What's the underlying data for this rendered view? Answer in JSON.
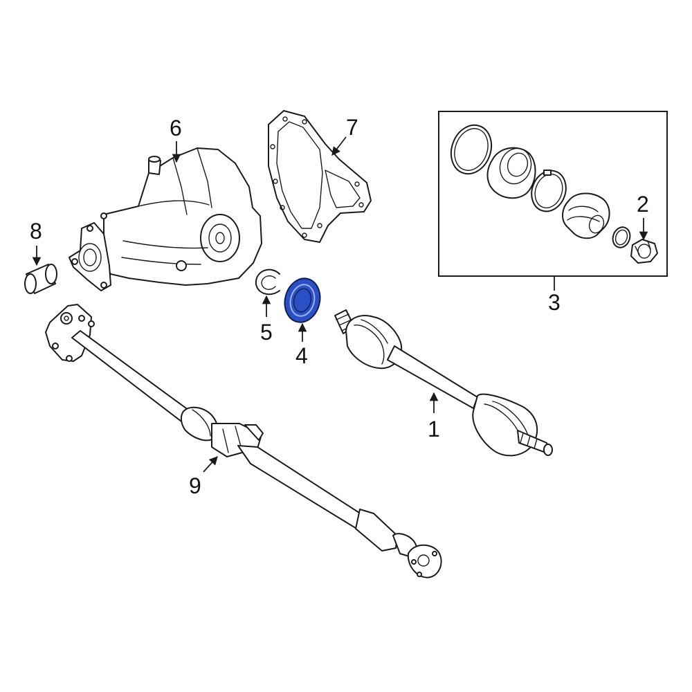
{
  "diagram": {
    "highlight_color": "#2b4fc4",
    "callouts": [
      {
        "id": "c1",
        "label": "1",
        "part": "axle-shaft"
      },
      {
        "id": "c2",
        "label": "2",
        "part": "axle-nut"
      },
      {
        "id": "c3",
        "label": "3",
        "part": "cv-joint-boot-kit"
      },
      {
        "id": "c4",
        "label": "4",
        "part": "shaft-seal"
      },
      {
        "id": "c5",
        "label": "5",
        "part": "snap-ring"
      },
      {
        "id": "c6",
        "label": "6",
        "part": "differential-housing"
      },
      {
        "id": "c7",
        "label": "7",
        "part": "differential-cover-gasket"
      },
      {
        "id": "c8",
        "label": "8",
        "part": "bushing"
      },
      {
        "id": "c9",
        "label": "9",
        "part": "drive-shaft"
      }
    ]
  }
}
